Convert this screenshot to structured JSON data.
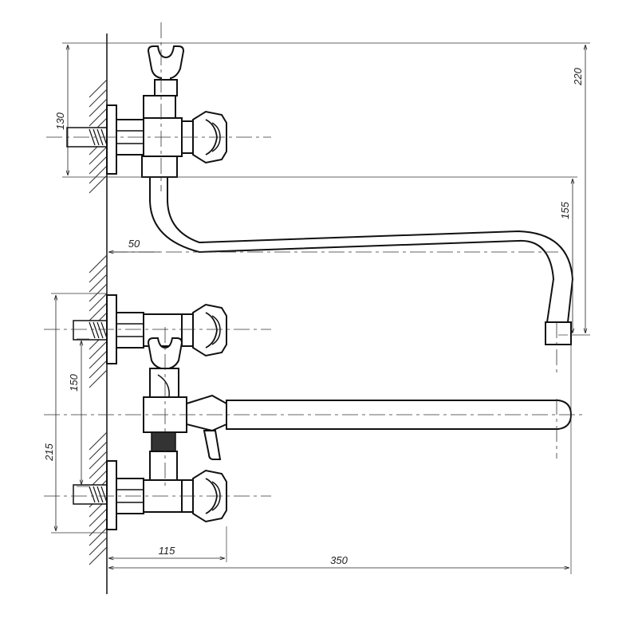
{
  "colors": {
    "line": "#222222",
    "background": "#ffffff"
  },
  "dimensions": {
    "d130": "130",
    "d220": "220",
    "d155": "155",
    "d50": "50",
    "d150": "150",
    "d215": "215",
    "d115": "115",
    "d350": "350"
  }
}
